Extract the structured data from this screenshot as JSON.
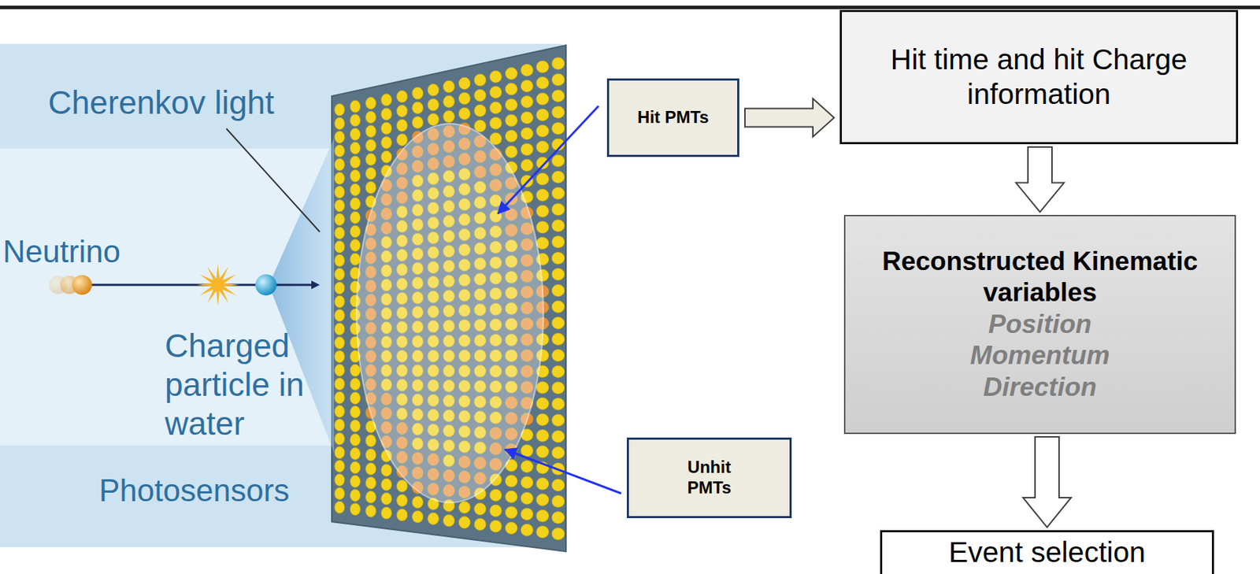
{
  "diagram": {
    "nodes": [
      {
        "text": [
          "Hit PMTs"
        ]
      },
      {
        "text": [
          "Unhit PMTs"
        ]
      },
      {
        "text": [
          "Hit time and hit Charge information"
        ]
      },
      {
        "text": [
          "Reconstructed Kinematic variables",
          "Position",
          "Momentum",
          "Direction"
        ]
      },
      {
        "text": [
          "Event selection"
        ]
      }
    ],
    "edges": [
      {
        "from": 0,
        "to": 2,
        "arrow": "to"
      },
      {
        "from": 2,
        "to": 3,
        "arrow": "to"
      },
      {
        "from": 3,
        "to": 4,
        "arrow": "to"
      }
    ],
    "labels": [
      "Cherenkov light",
      "Neutrino",
      "Charged particle in water",
      "Photosensors"
    ]
  }
}
